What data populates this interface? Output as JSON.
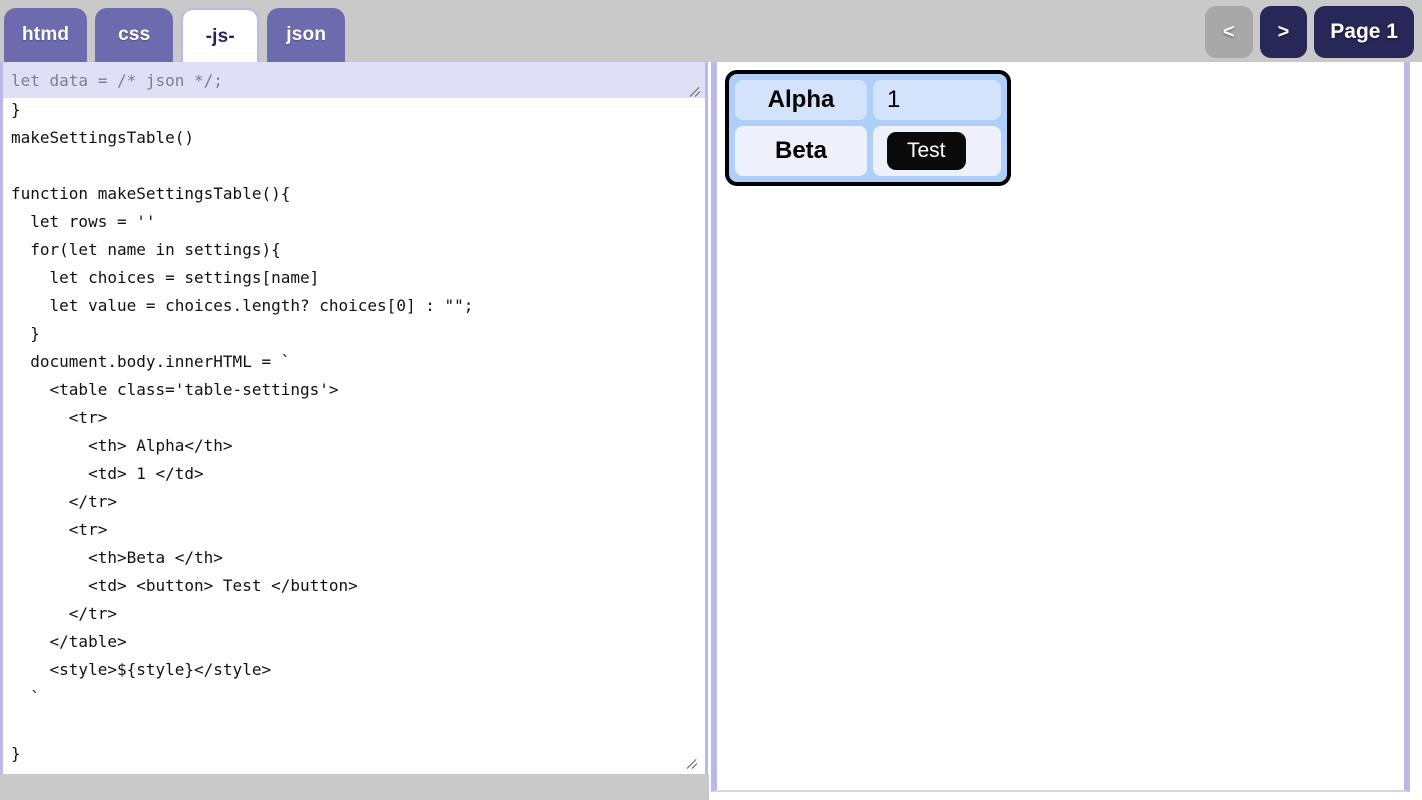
{
  "tabs": [
    {
      "label": "htmd",
      "active": false
    },
    {
      "label": "css",
      "active": false
    },
    {
      "label": "-js-",
      "active": true
    },
    {
      "label": "json",
      "active": false
    }
  ],
  "nav": {
    "prev_label": "<",
    "next_label": ">",
    "page_label": "Page 1",
    "prev_disabled": true
  },
  "editor": {
    "language": "-js-",
    "json_overlay_value": "let data = /* json */;",
    "json_overlay_placeholder": "let data = /* json */;",
    "code": "  'beta' : words('a b c d e')\n}\nmakeSettingsTable()\n\nfunction makeSettingsTable(){\n  let rows = ''\n  for(let name in settings){\n    let choices = settings[name]\n    let value = choices.length? choices[0] : \"\";\n  }\n  document.body.innerHTML = `\n    <table class='table-settings'>\n      <tr>\n        <th> Alpha</th>\n        <td> 1 </td>\n      </tr>\n      <tr>\n        <th>Beta </th>\n        <td> <button> Test </button>\n      </tr>\n    </table>\n    <style>${style}</style>\n  `\n\n}"
  },
  "preview": {
    "table": {
      "rows": [
        {
          "header": "Alpha",
          "value": "1",
          "is_button": false
        },
        {
          "header": "Beta",
          "value": "Test",
          "is_button": true
        }
      ]
    }
  },
  "colors": {
    "background": "#c9c9c9",
    "tab": "#6b6bad",
    "tab_active_text": "#23235e",
    "nav_button": "#272758",
    "nav_disabled": "#a8a8a8",
    "pane_border": "#b9b9ea",
    "overlay_bg": "#dfdff7",
    "table_bg": "#aed0f8",
    "cell_row1": "#d3e3fb",
    "cell_row2": "#eef0fb",
    "button_bg": "#0a0a0a"
  }
}
